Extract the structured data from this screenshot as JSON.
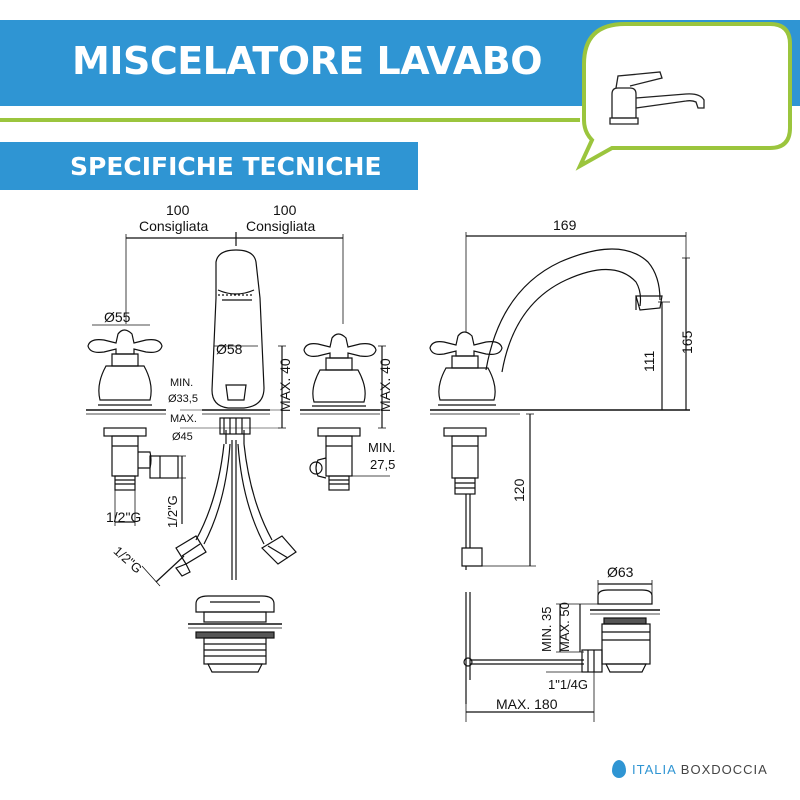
{
  "header": {
    "title": "MISCELATORE LAVABO",
    "subtitle": "SPECIFICHE TECNICHE",
    "faucet_icon": "faucet-icon"
  },
  "dimensions": {
    "spacing_left_value": "100",
    "spacing_left_note": "Consigliata",
    "spacing_right_value": "100",
    "spacing_right_note": "Consigliata",
    "handle_diameter": "Ø55",
    "spout_diameter": "Ø58",
    "hole_min_label": "MIN.",
    "hole_min_value": "Ø33,5",
    "hole_max_label": "MAX.",
    "hole_max_value": "Ø45",
    "deck_center": "MAX. 40",
    "deck_right": "MAX. 40",
    "min_right_label": "MIN.",
    "min_right_value": "27,5",
    "conn_bottom": "1/2\"G",
    "conn_vertical": "1/2\"G",
    "conn_hose": "1/2\"G",
    "spout_reach": "169",
    "total_height": "165",
    "spout_height": "111",
    "shank_length": "120",
    "waste_diameter": "Ø63",
    "waste_min": "MIN. 35",
    "waste_max": "MAX. 50",
    "waste_thread": "1\"1/4G",
    "rod_max": "MAX. 180"
  },
  "brand": {
    "name_part1": "ITALIA",
    "name_part2": "BOXDOCCIA",
    "logo": "drop-logo-icon"
  },
  "colors": {
    "header_blue": "#2f95d3",
    "accent_green": "#9bc53d",
    "line": "#111111"
  }
}
